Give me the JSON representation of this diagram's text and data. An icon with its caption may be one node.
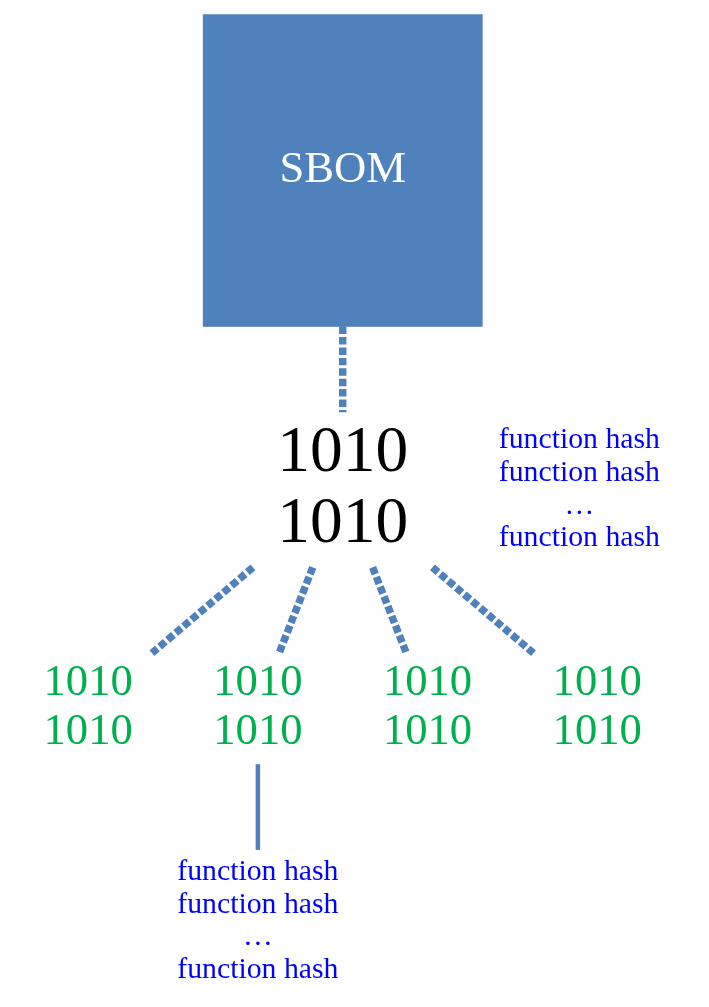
{
  "diagram": {
    "nodes": [
      {
        "text": [
          "SBOM"
        ]
      },
      {
        "text": [
          "1010 1010"
        ],
        "beside": [
          "function hash",
          "function hash",
          "…",
          "function hash"
        ]
      },
      {
        "text": [
          "1010 1010"
        ]
      },
      {
        "text": [
          "1010 1010"
        ]
      },
      {
        "text": [
          "1010 1010"
        ]
      },
      {
        "text": [
          "1010 1010"
        ]
      },
      {
        "text": [
          "function hash",
          "function hash",
          "…",
          "function hash"
        ]
      }
    ],
    "edges": [
      {
        "from": 0,
        "to": 1,
        "arrow": "none",
        "style": "dashed"
      },
      {
        "from": 1,
        "to": 2,
        "arrow": "none",
        "style": "dashed"
      },
      {
        "from": 1,
        "to": 3,
        "arrow": "none",
        "style": "dashed"
      },
      {
        "from": 1,
        "to": 4,
        "arrow": "none",
        "style": "dashed"
      },
      {
        "from": 1,
        "to": 5,
        "arrow": "none",
        "style": "dashed"
      },
      {
        "from": 3,
        "to": 6,
        "arrow": "none"
      }
    ]
  }
}
